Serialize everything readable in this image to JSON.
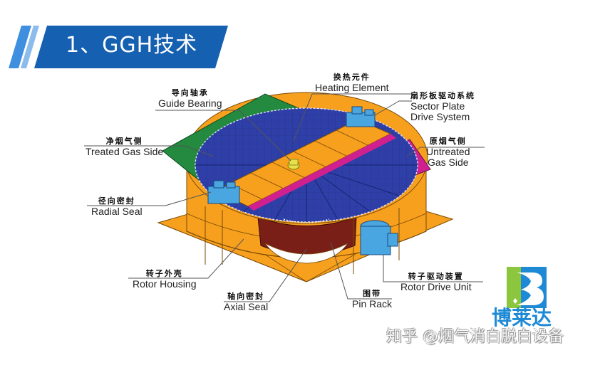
{
  "header": {
    "title": "1、GGH技术",
    "banner_color": "#1560b0",
    "stripe_colors": [
      "#3f8fe0",
      "#8bbcec"
    ]
  },
  "diagram": {
    "subject": "GGH rotary regenerative gas-gas heater",
    "colors": {
      "housing": "#f7a01e",
      "rotor_elements": "#2f3fa8",
      "treated_gas_side": "#238a3f",
      "untreated_gas_side": "#d0208f",
      "drive_units": "#4aa6e0",
      "pin_rack": "#7a1e18",
      "guide_bearing": "#e8e04a"
    },
    "labels": [
      {
        "id": "heating-element",
        "zh": "换热元件",
        "en": "Heating Element"
      },
      {
        "id": "guide-bearing",
        "zh": "导向轴承",
        "en": "Guide Bearing"
      },
      {
        "id": "sector-plate-drive",
        "zh": "扇形板驱动系统",
        "en_line1": "Sector Plate",
        "en_line2": "Drive System"
      },
      {
        "id": "treated-gas-side",
        "zh": "净烟气侧",
        "en": "Treated Gas Side"
      },
      {
        "id": "untreated-gas-side",
        "zh": "原烟气侧",
        "en_line1": "Untreated",
        "en_line2": "Gas Side"
      },
      {
        "id": "radial-seal",
        "zh": "径向密封",
        "en": "Radial Seal"
      },
      {
        "id": "rotor-housing",
        "zh": "转子外壳",
        "en": "Rotor Housing"
      },
      {
        "id": "axial-seal",
        "zh": "轴向密封",
        "en": "Axial Seal"
      },
      {
        "id": "pin-rack",
        "zh": "围带",
        "en": "Pin Rack"
      },
      {
        "id": "rotor-drive-unit",
        "zh": "转子驱动装置",
        "en": "Rotor Drive Unit"
      }
    ]
  },
  "logo": {
    "text": "博莱达",
    "colors": {
      "blue": "#1e8ad6",
      "green": "#8cc63f"
    }
  },
  "watermark": {
    "text": "知乎 @烟气消白脱白设备"
  }
}
